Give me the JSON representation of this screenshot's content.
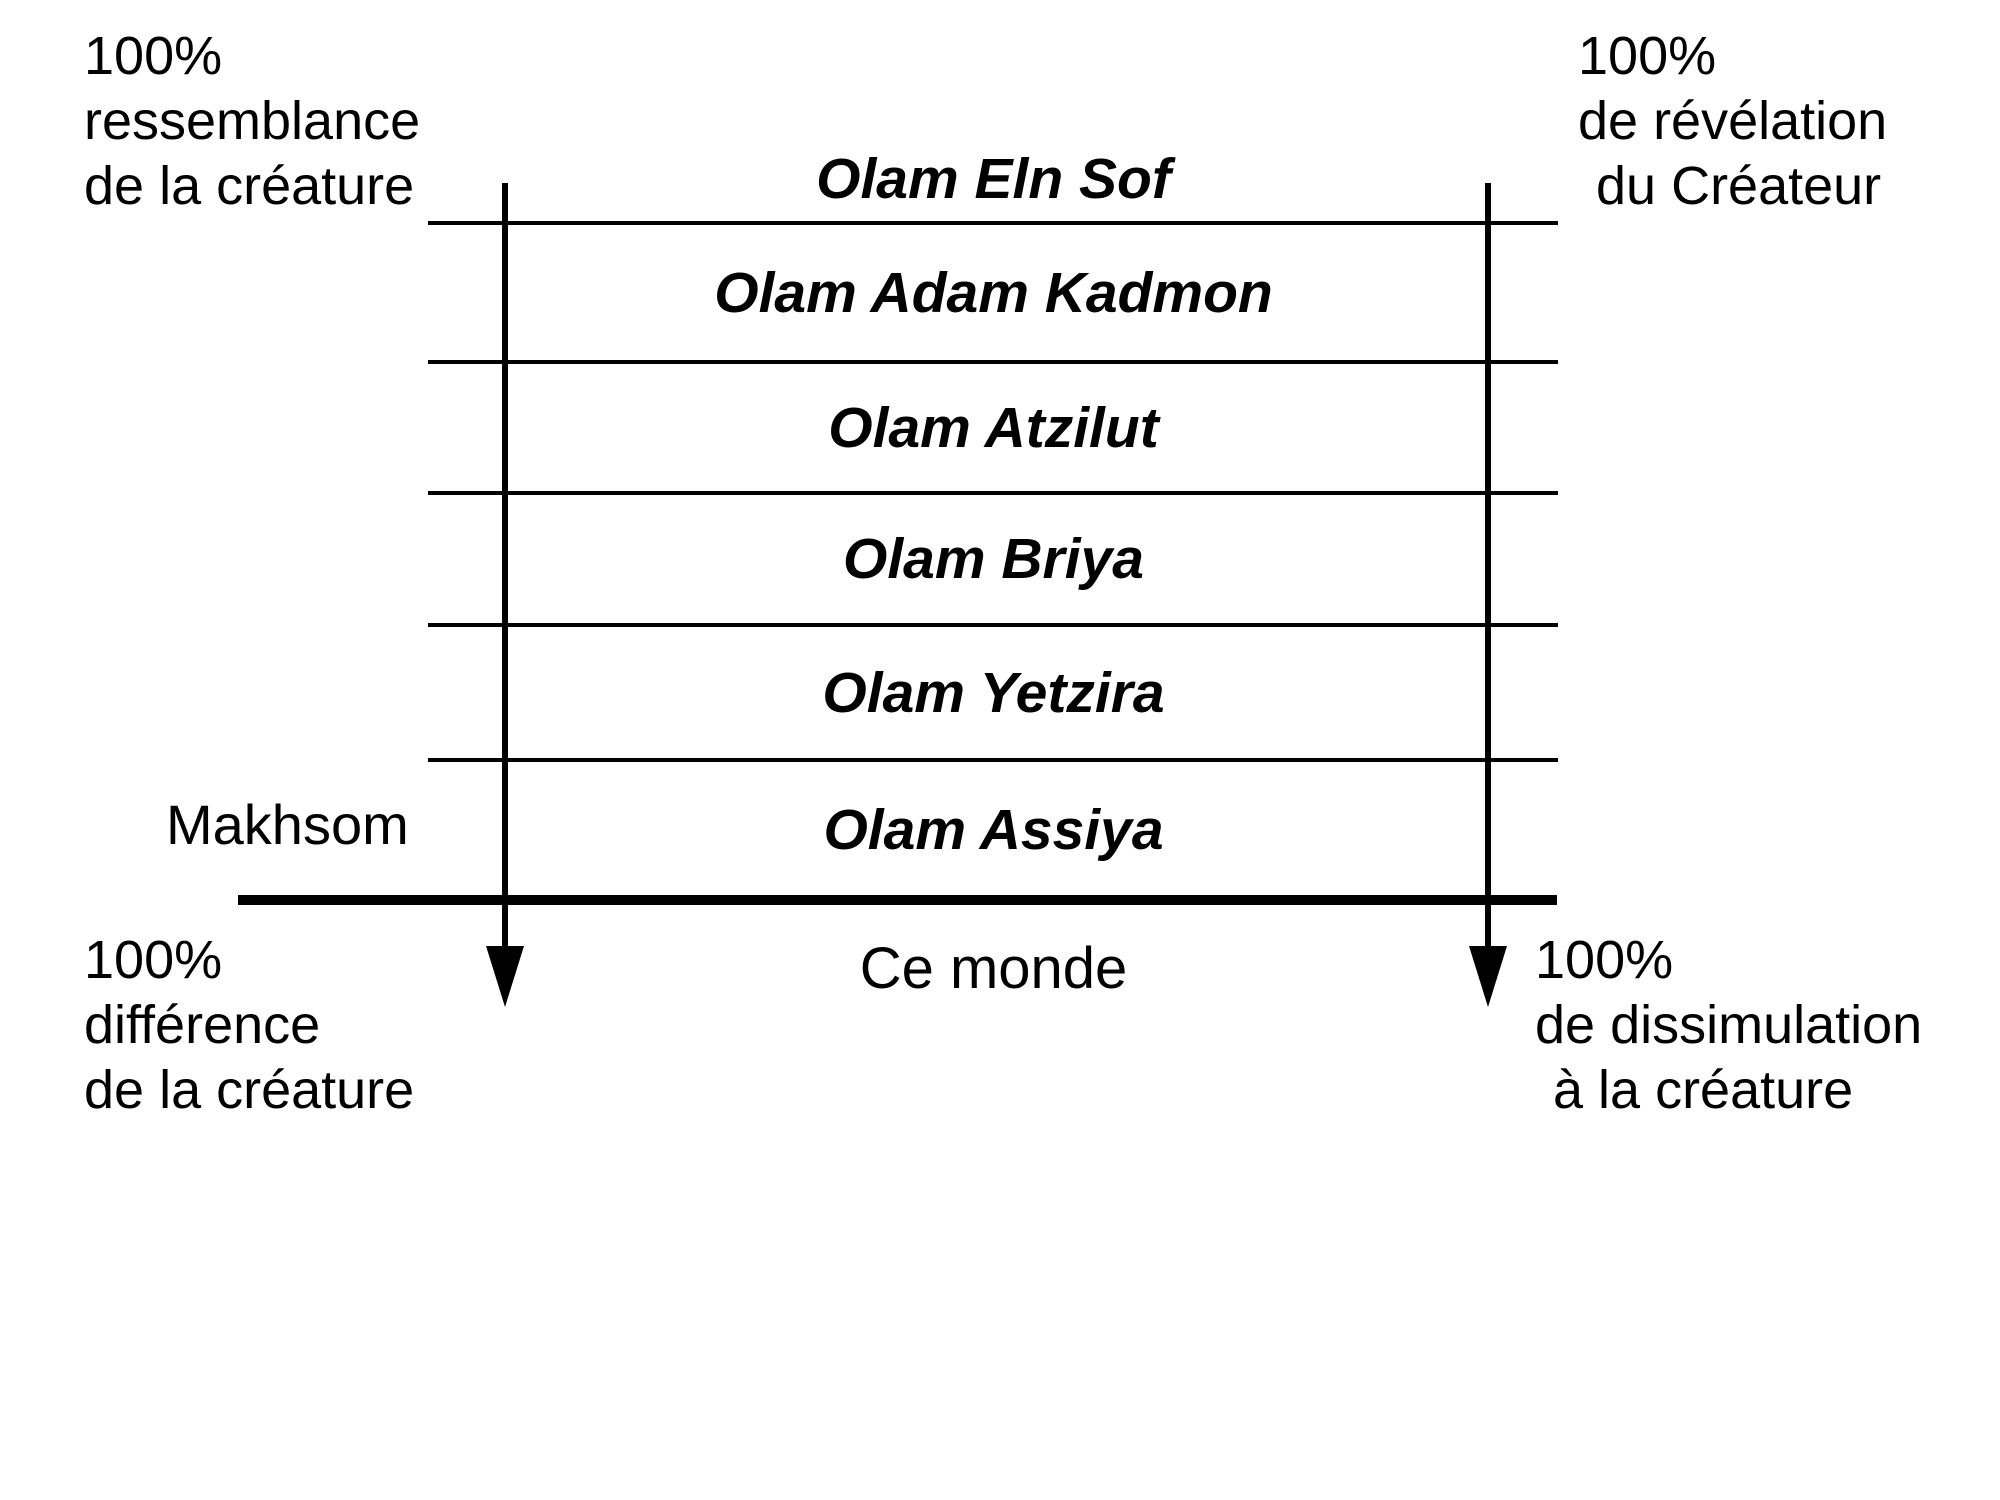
{
  "colors": {
    "ink": "#000000",
    "background": "#ffffff"
  },
  "top_left_label": {
    "l1": "100%",
    "l2": "ressemblance",
    "l3": "de la créature"
  },
  "top_right_label": {
    "l1": "100%",
    "l2": "de révélation",
    "l3": "du Créateur"
  },
  "bottom_left_label": {
    "l1": "100%",
    "l2": "différence",
    "l3": "de la créature"
  },
  "bottom_right_label": {
    "l1": "100%",
    "l2": "de dissimulation",
    "l3": "à la créature"
  },
  "makhsom_label": "Makhsom",
  "this_world_label": "Ce monde",
  "worlds": [
    {
      "label": "Olam Eln Sof"
    },
    {
      "label": "Olam Adam Kadmon"
    },
    {
      "label": "Olam Atzilut"
    },
    {
      "label": "Olam Briya"
    },
    {
      "label": "Olam Yetzira"
    },
    {
      "label": "Olam Assiya"
    }
  ]
}
